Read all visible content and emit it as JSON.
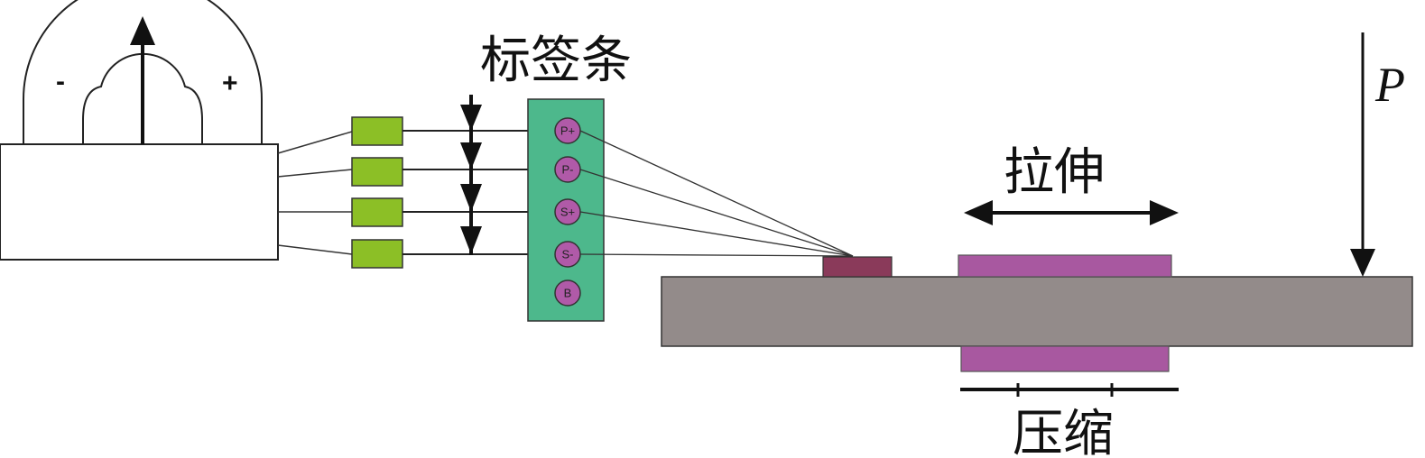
{
  "labels": {
    "strip": "标签条",
    "tension": "拉伸",
    "compression": "压缩",
    "force": "P"
  },
  "meter": {
    "minus": "-",
    "plus": "+"
  },
  "pins": [
    "P+",
    "P-",
    "S+",
    "S-",
    "B"
  ],
  "colors": {
    "resistor": "#8cbf26",
    "terminal_strip": "#4db88c",
    "pin": "#b05aa8",
    "gauge": "#8a3a5a",
    "beam": "#938b8a",
    "strain_pad": "#a858a0"
  }
}
